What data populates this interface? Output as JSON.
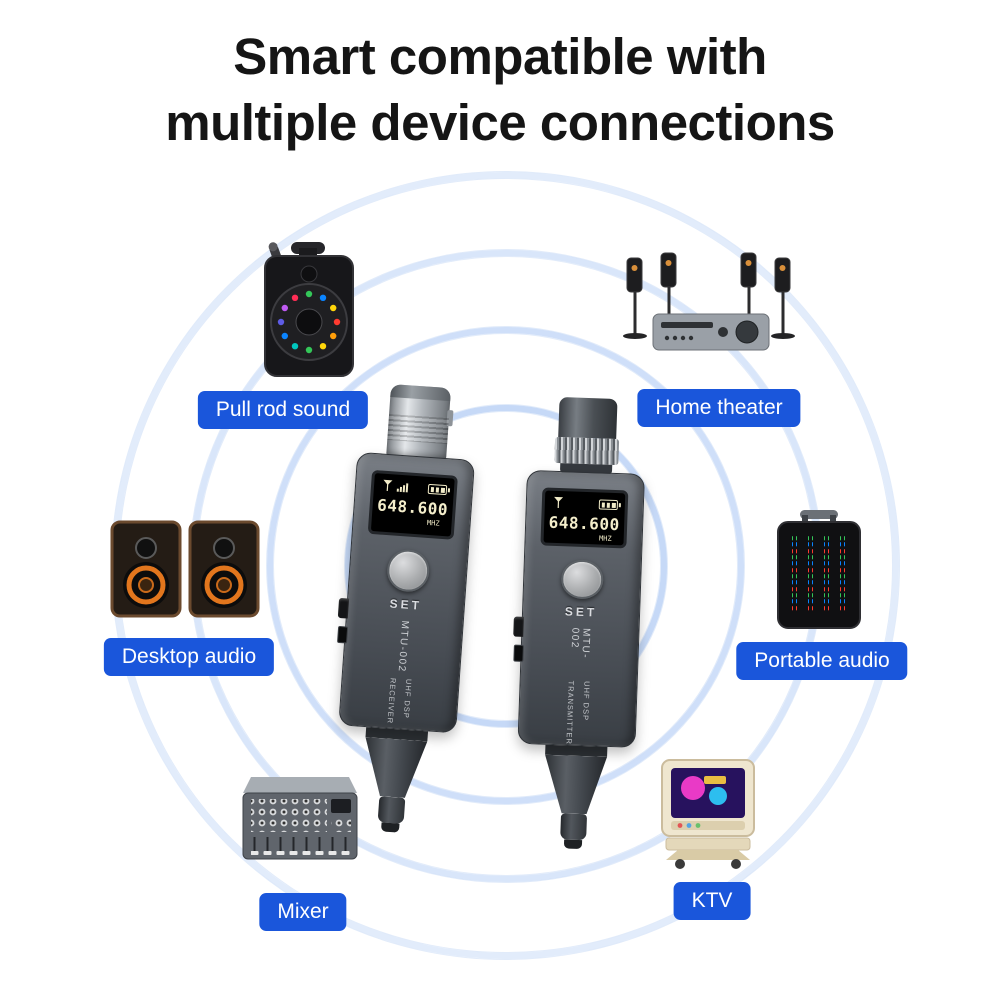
{
  "title": {
    "line1": "Smart compatible with",
    "line2": "multiple device connections"
  },
  "center_devices": {
    "receiver": {
      "screen": {
        "frequency": "648.600",
        "unit": "MHZ"
      },
      "button_label": "SET",
      "model": "MTU-002",
      "type_line1": "UHF DSP",
      "type_line2": "RECEIVER"
    },
    "transmitter": {
      "screen": {
        "frequency": "648.600",
        "unit": "MHZ"
      },
      "button_label": "SET",
      "model": "MTU-002",
      "type_line1": "UHF DSP",
      "type_line2": "TRANSMITTER"
    }
  },
  "connections": [
    {
      "label": "Pull rod sound",
      "icon": "trolley-speaker-icon"
    },
    {
      "label": "Home theater",
      "icon": "home-theater-icon"
    },
    {
      "label": "Desktop audio",
      "icon": "desktop-speakers-icon"
    },
    {
      "label": "Portable audio",
      "icon": "portable-speaker-icon"
    },
    {
      "label": "Mixer",
      "icon": "audio-mixer-icon"
    },
    {
      "label": "KTV",
      "icon": "ktv-machine-icon"
    }
  ],
  "colors": {
    "label_background": "#1a56db",
    "label_text": "#ffffff",
    "title_text": "#151515",
    "ring_blue": "#8fb8ec",
    "device_body": "#565b62",
    "screen_text": "#f2ecc8"
  }
}
